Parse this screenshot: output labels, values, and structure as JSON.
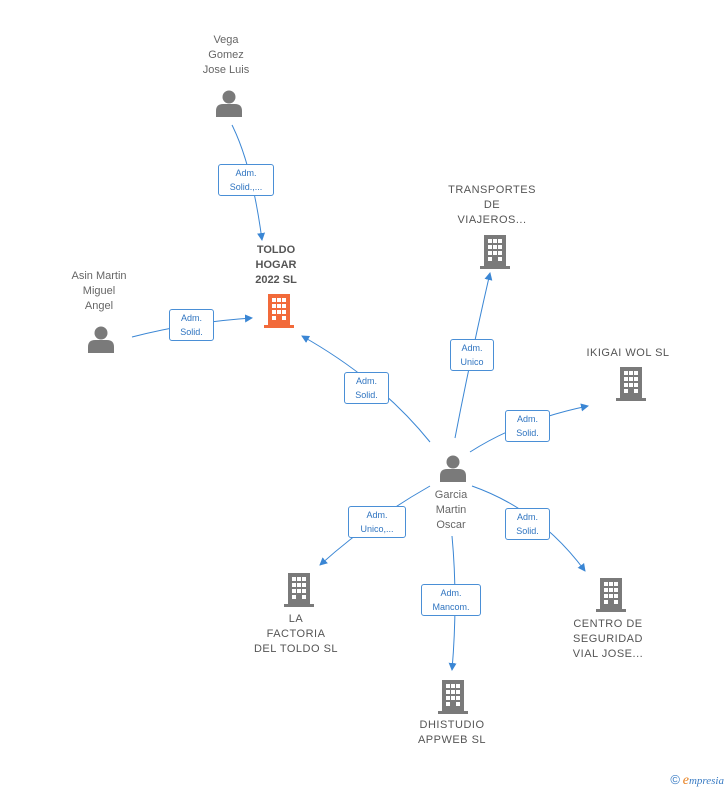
{
  "nodes": {
    "vega": {
      "lines": [
        "Vega",
        "Gomez",
        "Jose Luis"
      ],
      "type": "person"
    },
    "asin": {
      "lines": [
        "Asin Martin",
        "Miguel",
        "Angel"
      ],
      "type": "person"
    },
    "toldo": {
      "lines": [
        "TOLDO",
        "HOGAR",
        "2022  SL"
      ],
      "type": "company-main"
    },
    "transportes": {
      "lines": [
        "TRANSPORTES",
        "DE",
        "VIAJEROS..."
      ],
      "type": "company"
    },
    "ikigai": {
      "lines": [
        "IKIGAI WOL  SL"
      ],
      "type": "company"
    },
    "garcia": {
      "lines": [
        "Garcia",
        "Martin",
        "Oscar"
      ],
      "type": "person"
    },
    "factoria": {
      "lines": [
        "LA",
        "FACTORIA",
        "DEL TOLDO  SL"
      ],
      "type": "company"
    },
    "centro": {
      "lines": [
        "CENTRO DE",
        "SEGURIDAD",
        "VIAL JOSE..."
      ],
      "type": "company"
    },
    "dhistudio": {
      "lines": [
        "DHISTUDIO",
        "APPWEB  SL"
      ],
      "type": "company"
    }
  },
  "edges": {
    "vega_toldo": [
      "Adm.",
      "Solid.,..."
    ],
    "asin_toldo": [
      "Adm.",
      "Solid."
    ],
    "garcia_toldo": [
      "Adm.",
      "Solid."
    ],
    "garcia_transportes": [
      "Adm.",
      "Unico"
    ],
    "garcia_ikigai": [
      "Adm.",
      "Solid."
    ],
    "garcia_factoria": [
      "Adm.",
      "Unico,..."
    ],
    "garcia_dhistudio": [
      "Adm.",
      "Mancom."
    ],
    "garcia_centro": [
      "Adm.",
      "Solid."
    ]
  },
  "colors": {
    "edge": "#3a86d4",
    "icon": "#7a7a7a",
    "main_icon": "#f26a3a"
  },
  "footer": {
    "copyright": "©",
    "brand_e": "e",
    "brand_rest": "mpresia"
  }
}
